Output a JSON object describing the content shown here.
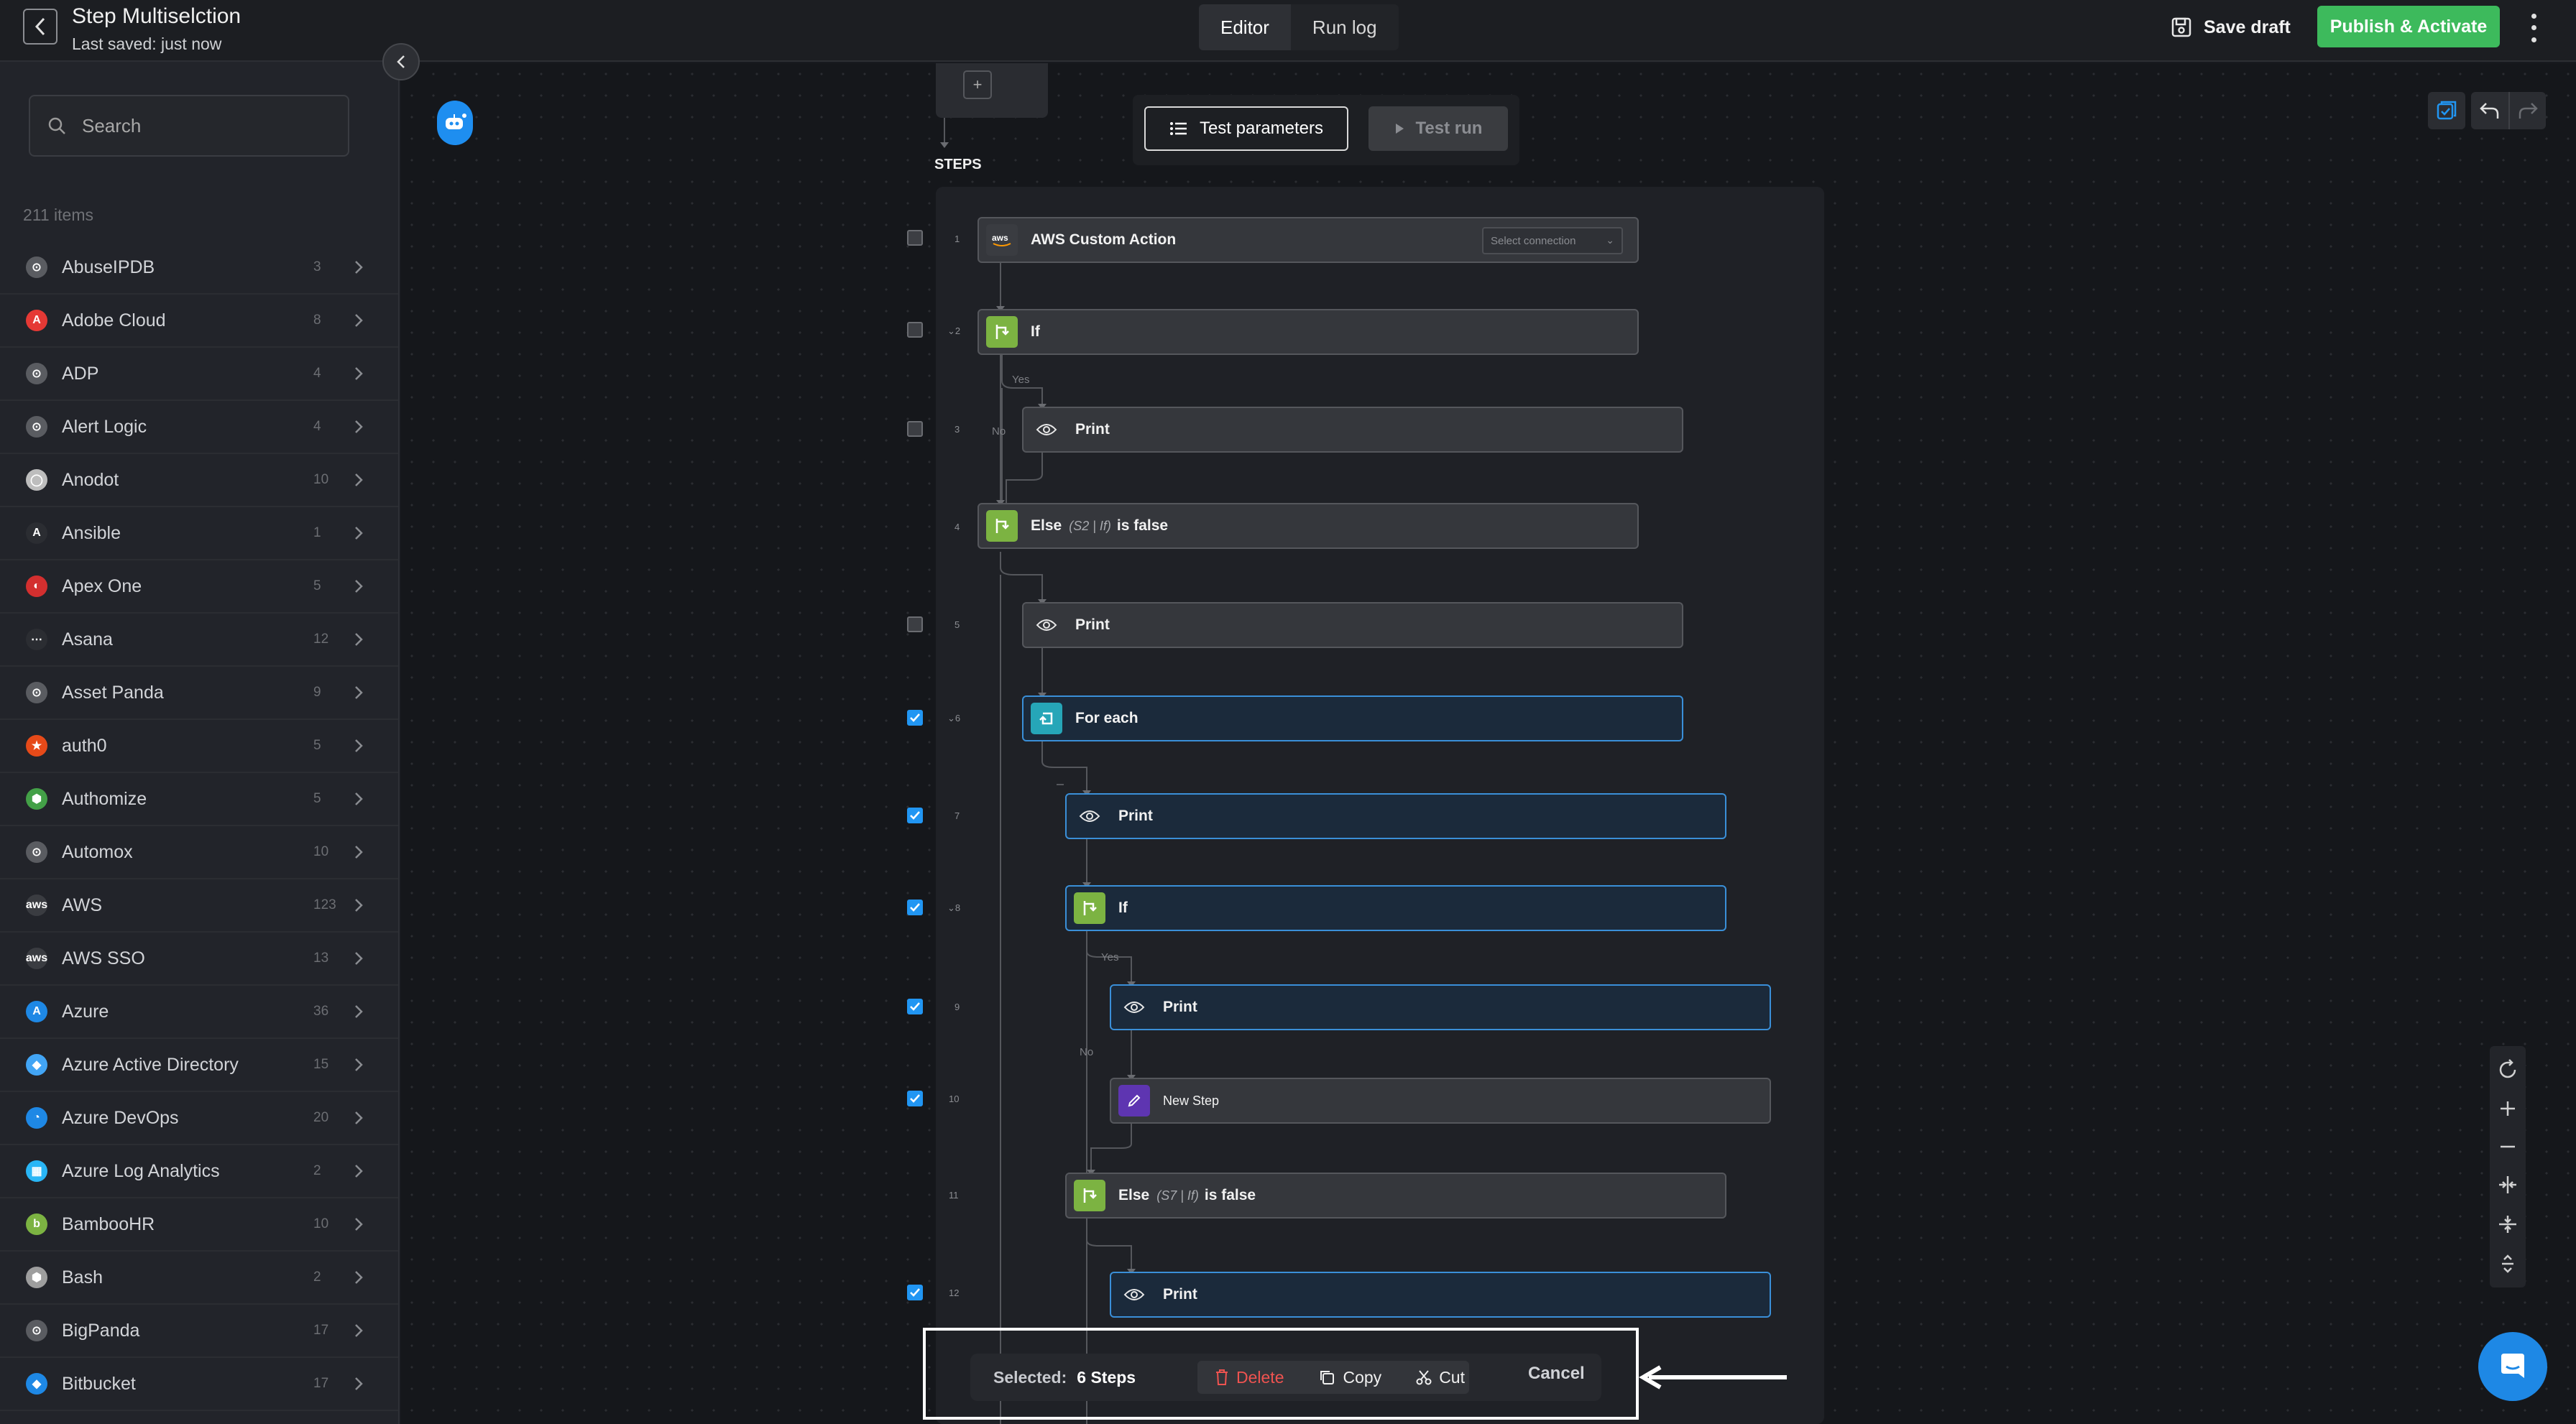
{
  "header": {
    "title": "Step Multiselction",
    "saved": "Last saved: just now",
    "tabs": [
      {
        "label": "Editor",
        "active": true
      },
      {
        "label": "Run log",
        "active": false
      }
    ],
    "save_draft": "Save draft",
    "publish": "Publish & Activate"
  },
  "sidebar": {
    "search_placeholder": "Search",
    "count": "211 items",
    "items": [
      {
        "name": "AbuseIPDB",
        "count": "3",
        "color": "#5a5c61",
        "glyph": "⊙"
      },
      {
        "name": "Adobe Cloud",
        "count": "8",
        "color": "#e53935",
        "glyph": "A"
      },
      {
        "name": "ADP",
        "count": "4",
        "color": "#5a5c61",
        "glyph": "⊙"
      },
      {
        "name": "Alert Logic",
        "count": "4",
        "color": "#5a5c61",
        "glyph": "⊙"
      },
      {
        "name": "Anodot",
        "count": "10",
        "color": "#bdbdbd",
        "glyph": "◯"
      },
      {
        "name": "Ansible",
        "count": "1",
        "color": "#2b2d32",
        "glyph": "A"
      },
      {
        "name": "Apex One",
        "count": "5",
        "color": "#d32f2f",
        "glyph": "◐"
      },
      {
        "name": "Asana",
        "count": "12",
        "color": "#2b2d32",
        "glyph": "⋯"
      },
      {
        "name": "Asset Panda",
        "count": "9",
        "color": "#5a5c61",
        "glyph": "⊙"
      },
      {
        "name": "auth0",
        "count": "5",
        "color": "#e64a19",
        "glyph": "★"
      },
      {
        "name": "Authomize",
        "count": "5",
        "color": "#43a047",
        "glyph": "⬢"
      },
      {
        "name": "Automox",
        "count": "10",
        "color": "#5a5c61",
        "glyph": "⊙"
      },
      {
        "name": "AWS",
        "count": "123",
        "color": "#3a3c41",
        "glyph": "aws"
      },
      {
        "name": "AWS SSO",
        "count": "13",
        "color": "#3a3c41",
        "glyph": "aws"
      },
      {
        "name": "Azure",
        "count": "36",
        "color": "#1e88e5",
        "glyph": "A"
      },
      {
        "name": "Azure Active Directory",
        "count": "15",
        "color": "#42a5f5",
        "glyph": "◆"
      },
      {
        "name": "Azure DevOps",
        "count": "20",
        "color": "#1e88e5",
        "glyph": "◔"
      },
      {
        "name": "Azure Log Analytics",
        "count": "2",
        "color": "#29b6f6",
        "glyph": "▦"
      },
      {
        "name": "BambooHR",
        "count": "10",
        "color": "#7cb342",
        "glyph": "b"
      },
      {
        "name": "Bash",
        "count": "2",
        "color": "#9e9e9e",
        "glyph": "⬢"
      },
      {
        "name": "BigPanda",
        "count": "17",
        "color": "#5a5c61",
        "glyph": "⊙"
      },
      {
        "name": "Bitbucket",
        "count": "17",
        "color": "#1e88e5",
        "glyph": "◆"
      }
    ]
  },
  "canvas": {
    "steps_label": "STEPS",
    "test_parameters": "Test parameters",
    "test_run": "Test run",
    "select_connection": "Select connection",
    "yes": "Yes",
    "no": "No",
    "steps": [
      {
        "num": "1",
        "label": "AWS Custom Action",
        "type": "aws",
        "checkbox": "unchecked",
        "selected": false
      },
      {
        "num": "2",
        "label": "If",
        "type": "if",
        "checkbox": "unchecked",
        "selected": false
      },
      {
        "num": "3",
        "label": "Print",
        "type": "print",
        "checkbox": "unchecked",
        "selected": false
      },
      {
        "num": "4",
        "label": "Else",
        "ref": "(S2 | If)",
        "suffix": "is false",
        "type": "else",
        "checkbox": "none",
        "selected": false
      },
      {
        "num": "5",
        "label": "Print",
        "type": "print",
        "checkbox": "unchecked",
        "selected": false
      },
      {
        "num": "6",
        "label": "For each",
        "type": "foreach",
        "checkbox": "checked",
        "selected": true
      },
      {
        "num": "7",
        "label": "Print",
        "type": "print",
        "checkbox": "checked",
        "selected": true
      },
      {
        "num": "8",
        "label": "If",
        "type": "if",
        "checkbox": "checked",
        "selected": true
      },
      {
        "num": "9",
        "label": "Print",
        "type": "print",
        "checkbox": "checked",
        "selected": true
      },
      {
        "num": "10",
        "label": "New Step",
        "type": "new",
        "checkbox": "checked",
        "selected": false
      },
      {
        "num": "11",
        "label": "Else",
        "ref": "(S7 | If)",
        "suffix": "is false",
        "type": "else",
        "checkbox": "none",
        "selected": false
      },
      {
        "num": "12",
        "label": "Print",
        "type": "print",
        "checkbox": "checked",
        "selected": true
      }
    ]
  },
  "selection_bar": {
    "label": "Selected:",
    "count": "6 Steps",
    "delete": "Delete",
    "copy": "Copy",
    "cut": "Cut",
    "cancel": "Cancel"
  },
  "colors": {
    "publish": "#3dba5c",
    "accent_blue": "#2196f3",
    "if_green": "#7cb342",
    "foreach_teal": "#26a6b8",
    "new_step_purple": "#5e35b1",
    "delete_red": "#ef5350"
  }
}
